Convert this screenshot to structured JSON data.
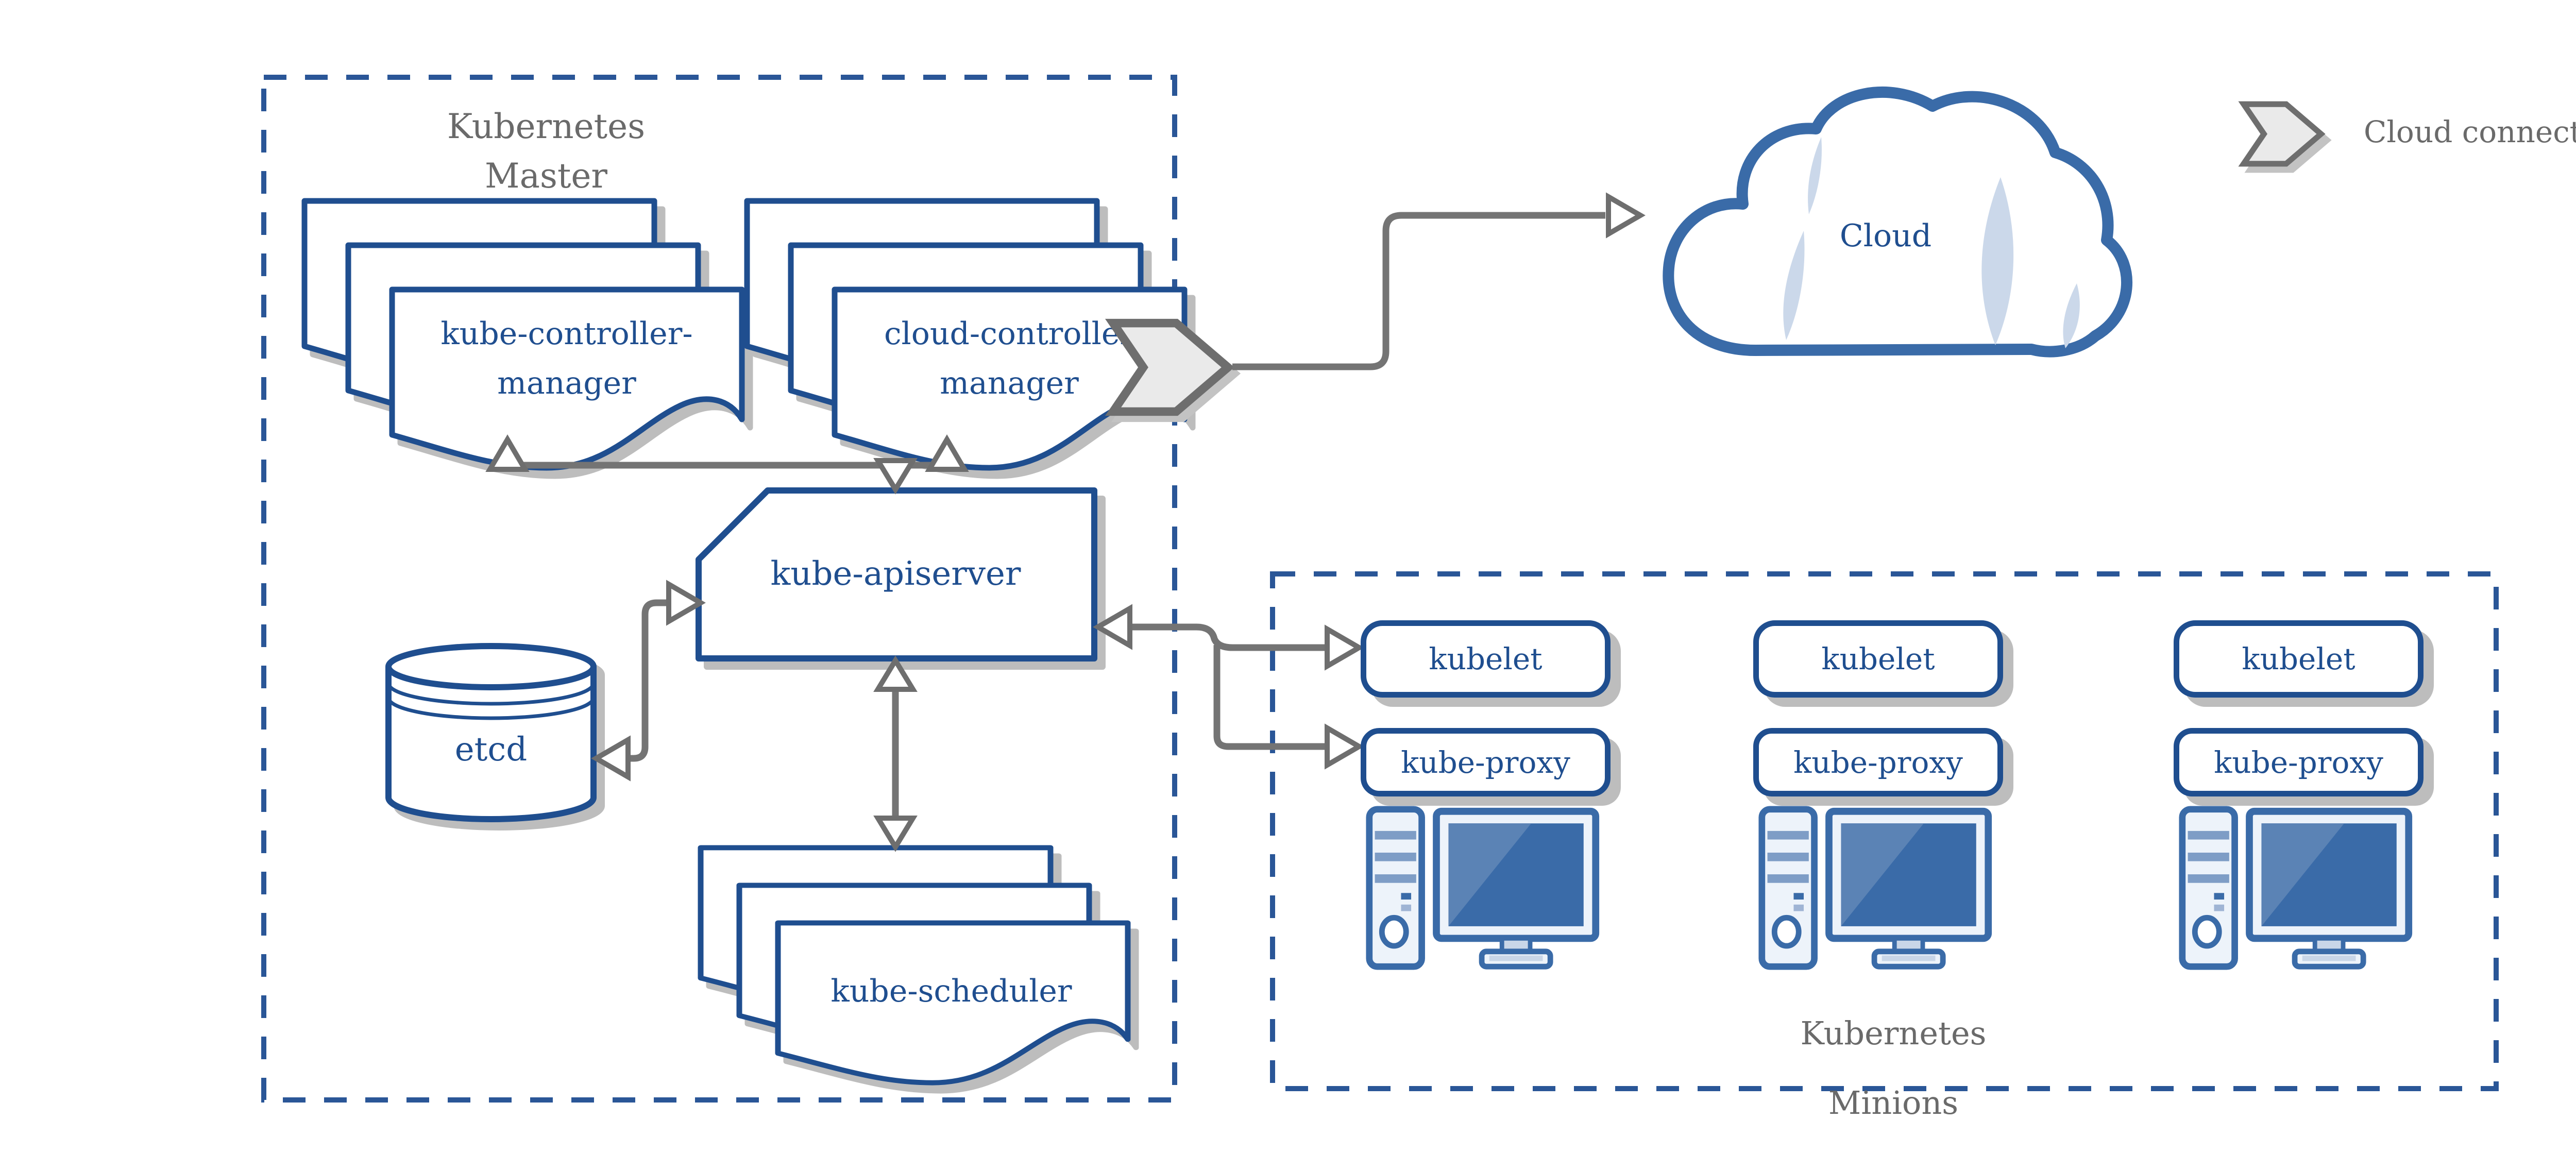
{
  "master": {
    "title": [
      "Kubernetes",
      "Master"
    ],
    "kube_controller_manager": [
      "kube-controller-",
      "manager"
    ],
    "cloud_controller_manager": [
      "cloud-controller",
      "manager"
    ],
    "kube_apiserver": "kube-apiserver",
    "etcd": "etcd",
    "kube_scheduler": "kube-scheduler"
  },
  "cloud": {
    "label": "Cloud"
  },
  "legend": {
    "label": "Cloud connector"
  },
  "minions": {
    "title": [
      "Kubernetes",
      "Minions"
    ],
    "nodes": [
      {
        "kubelet": "kubelet",
        "kube_proxy": "kube-proxy"
      },
      {
        "kubelet": "kubelet",
        "kube_proxy": "kube-proxy"
      },
      {
        "kubelet": "kubelet",
        "kube_proxy": "kube-proxy"
      }
    ]
  },
  "icons": {
    "cloud_connector": "chevron-right-ribbon-arrow",
    "minion_node": "desktop-computer",
    "etcd_store": "database-cylinder",
    "cloud": "cloud-shape"
  },
  "colors": {
    "component_blue": "#1F4E8F",
    "cloud_blue": "#3A6BA8",
    "light_blue_fill": "#CBD8EA",
    "boundary_dash_blue": "#2A5697",
    "connector_gray": "#747474",
    "text_gray": "#6A6A6A",
    "shadow_gray": "#BDBDBD",
    "chevron_fill": "#EAEAEA"
  }
}
